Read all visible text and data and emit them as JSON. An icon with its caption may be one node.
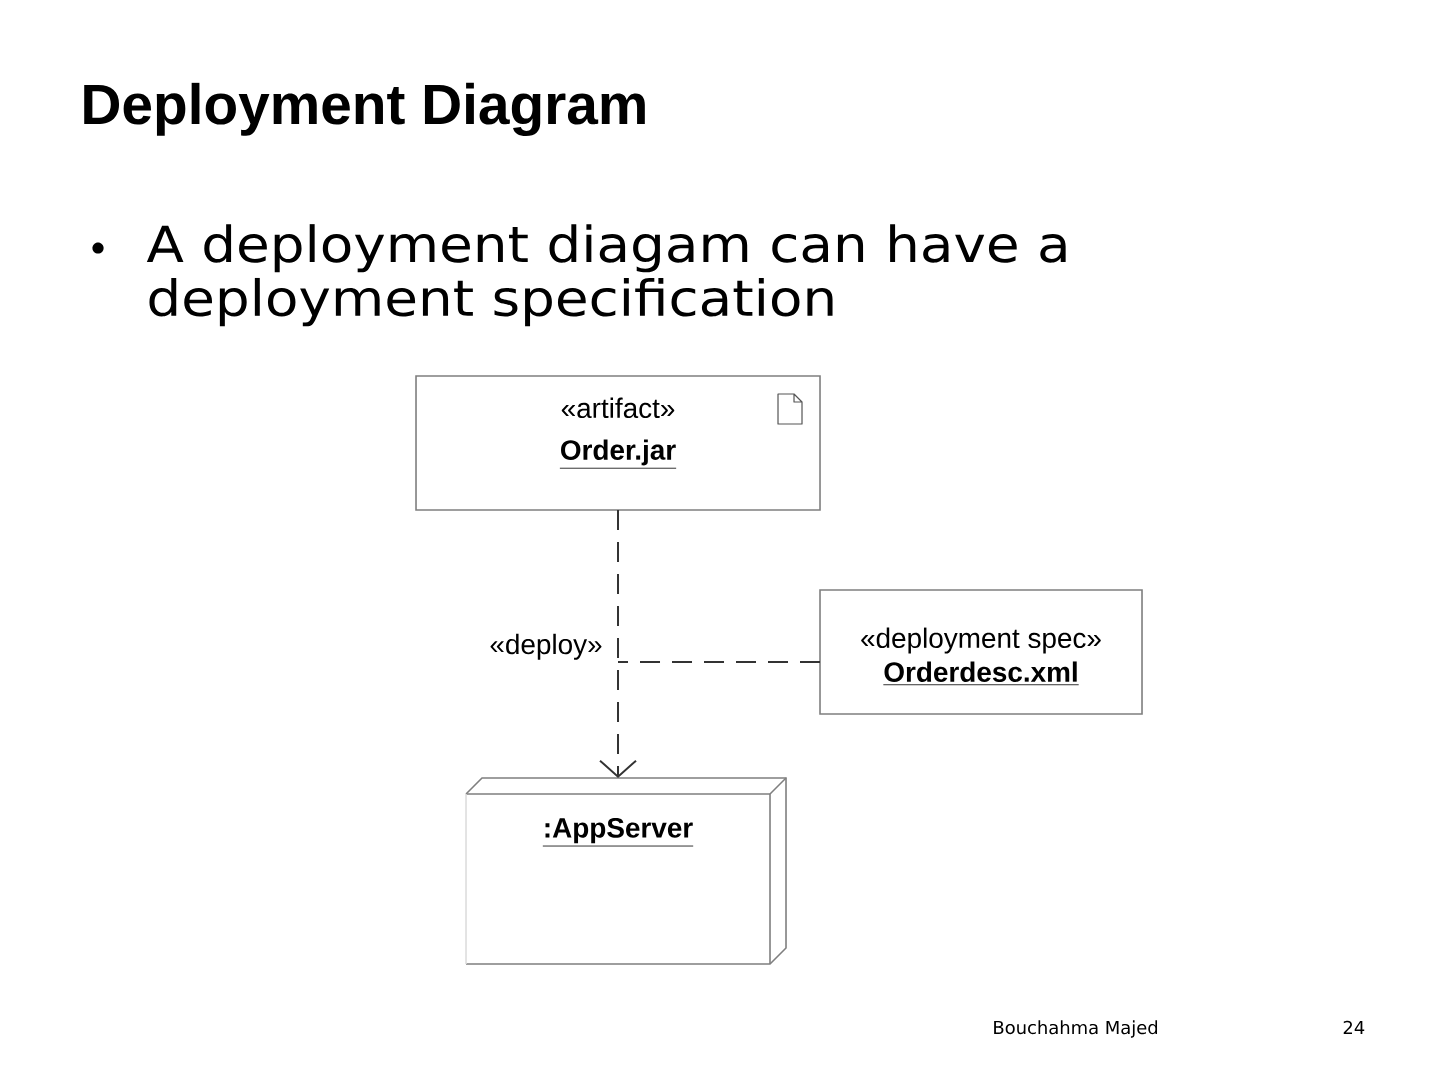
{
  "diagram": {
    "title": "Deployment Diagram",
    "nodes": [
      {
        "text": [
          "«artifact»",
          "Order.jar"
        ]
      },
      {
        "text": [
          "«deployment spec»",
          "Orderdesc.xml"
        ]
      },
      {
        "text": [
          ":AppServer"
        ]
      }
    ],
    "edges": [
      {
        "from": 0,
        "to": 2,
        "arrow": "to",
        "label": "«deploy»",
        "style": "dashed"
      },
      {
        "from": 1,
        "to": null,
        "arrow": "none",
        "style": "dashed"
      }
    ],
    "labels": [
      "A deployment diagam can have a deployment specification",
      "Bouchahma Majed",
      "24"
    ]
  }
}
